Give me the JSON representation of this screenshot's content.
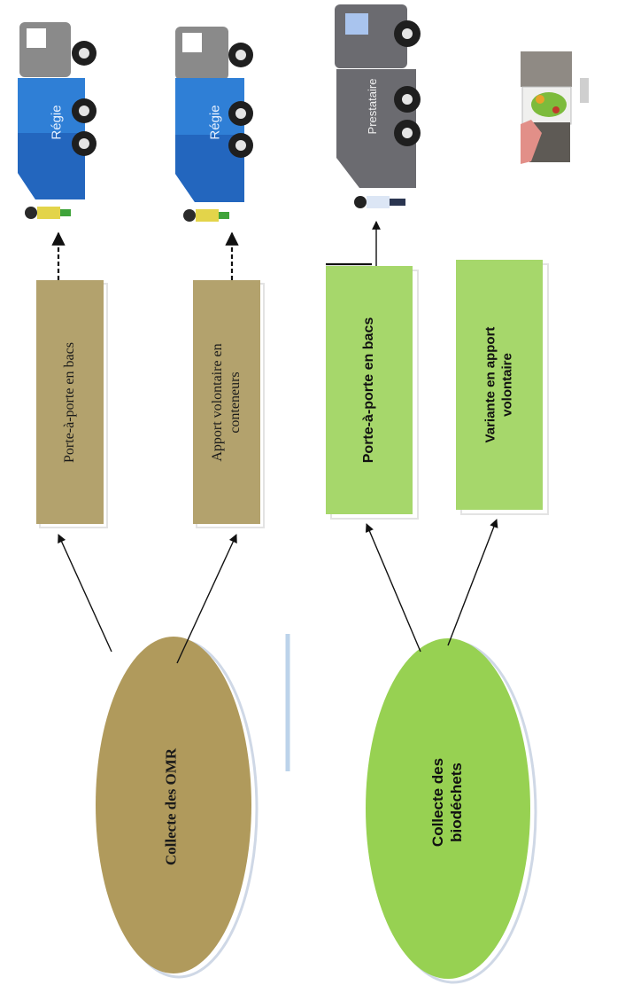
{
  "diagram": {
    "nodes": {
      "omr": {
        "text": "Collecte des OMR",
        "color": "#b09a5c"
      },
      "bio": {
        "text": "Collecte des\nbiodéchets",
        "color": "#97d152"
      },
      "omr_pap": {
        "text": "Porte-à-porte en bacs",
        "color": "#b3a26d"
      },
      "omr_av": {
        "text": "Apport volontaire en\nconteneurs",
        "color": "#b3a26d"
      },
      "bio_pap": {
        "text": "Porte-à-porte en bacs",
        "color": "#a6d76b"
      },
      "bio_av": {
        "text": "Variante en apport\nvolontaire",
        "color": "#a6d76b"
      }
    },
    "trucks": {
      "truck1": {
        "text": "Régie",
        "color": "#2f7fd6"
      },
      "truck2": {
        "text": "Régie",
        "color": "#2f7fd6"
      },
      "truck3": {
        "text": "Prestataire",
        "color": "#6b6b70"
      }
    },
    "icons": {
      "worker": "worker-icon",
      "truck": "garbage-truck-icon",
      "bin": "compost-bin-icon"
    }
  }
}
